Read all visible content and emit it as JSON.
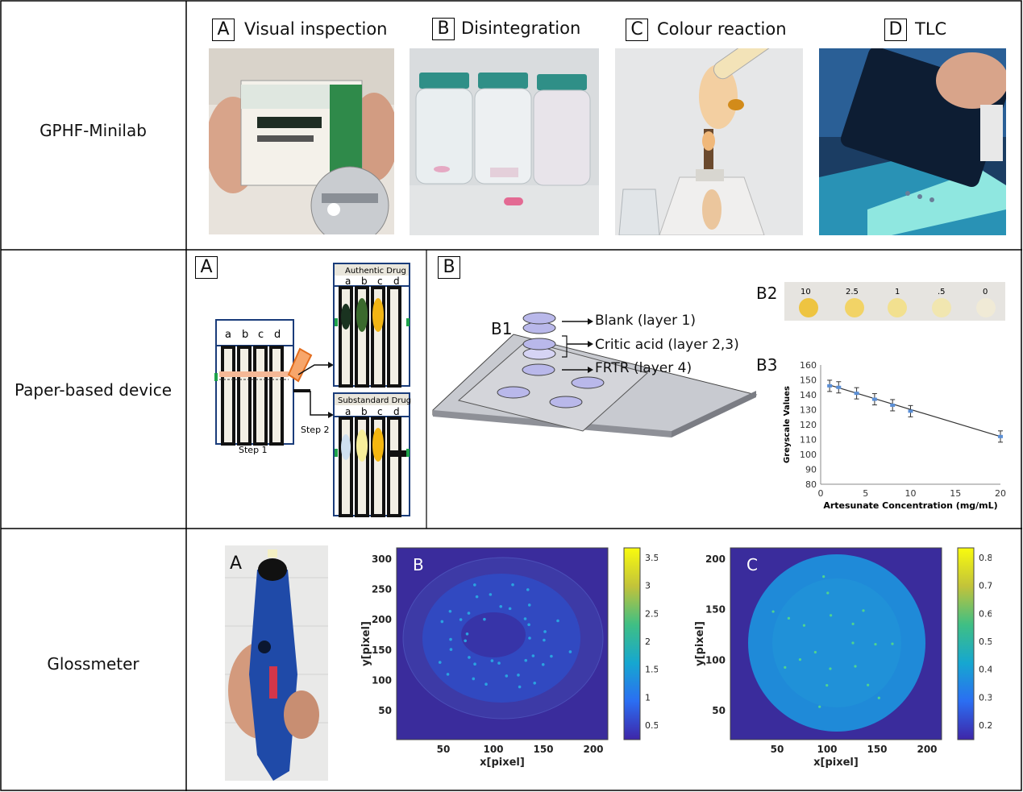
{
  "rows": [
    {
      "label": "GPHF-Minilab"
    },
    {
      "label": "Paper-based device"
    },
    {
      "label": "Glossmeter"
    }
  ],
  "minilab": {
    "panels": [
      {
        "letter": "A",
        "title": "Visual inspection"
      },
      {
        "letter": "B",
        "title": "Disintegration"
      },
      {
        "letter": "C",
        "title": "Colour reaction"
      },
      {
        "letter": "D",
        "title": "TLC"
      }
    ]
  },
  "paper": {
    "panel_a": {
      "letter": "A",
      "lanes": [
        "a",
        "b",
        "c",
        "d"
      ],
      "step1": "Step 1",
      "step2": "Step 2",
      "authentic": "Authentic Drug",
      "substandard": "Substandard Drug"
    },
    "panel_b": {
      "letter": "B",
      "b1": "B1",
      "b2": "B2",
      "b3": "B3",
      "layers": [
        "Blank (layer 1)",
        "Critic acid (layer 2,3)",
        "FRTR (layer 4)"
      ],
      "strip_labels": [
        "10",
        "2.5",
        "1",
        ".5",
        "0"
      ]
    }
  },
  "glossmeter": {
    "letters": [
      "A",
      "B",
      "C"
    ]
  },
  "colors": {
    "blue_bg": "#2b2c9a",
    "device_blue": "#1f4aa8",
    "accent_yellow": "#f5c518"
  },
  "chart_data": [
    {
      "type": "scatter",
      "title": "",
      "xlabel": "Artesunate Concentration (mg/mL)",
      "ylabel": "Greyscale Values",
      "xlim": [
        0,
        20
      ],
      "ylim": [
        80,
        160
      ],
      "xticks": [
        "0",
        "5",
        "10",
        "15",
        "20"
      ],
      "yticks": [
        "80",
        "90",
        "100",
        "110",
        "120",
        "130",
        "140",
        "150",
        "160"
      ],
      "x": [
        1,
        2,
        4,
        6,
        8,
        10,
        20
      ],
      "y": [
        146,
        145,
        141,
        137,
        133,
        129,
        112
      ],
      "trendline": true
    },
    {
      "type": "heatmap",
      "xlabel": "x[pixel]",
      "ylabel": "y[pixel]",
      "xticks": [
        "50",
        "100",
        "150",
        "200"
      ],
      "yticks": [
        "50",
        "100",
        "150",
        "200",
        "250",
        "300"
      ],
      "colorbar_ticks": [
        "0.5",
        "1",
        "1.5",
        "2",
        "2.5",
        "3",
        "3.5"
      ]
    },
    {
      "type": "heatmap",
      "xlabel": "x[pixel]",
      "ylabel": "y[pixel]",
      "xticks": [
        "50",
        "100",
        "150",
        "200"
      ],
      "yticks": [
        "50",
        "100",
        "150",
        "200"
      ],
      "colorbar_ticks": [
        "0.2",
        "0.3",
        "0.4",
        "0.5",
        "0.6",
        "0.7",
        "0.8"
      ]
    }
  ]
}
